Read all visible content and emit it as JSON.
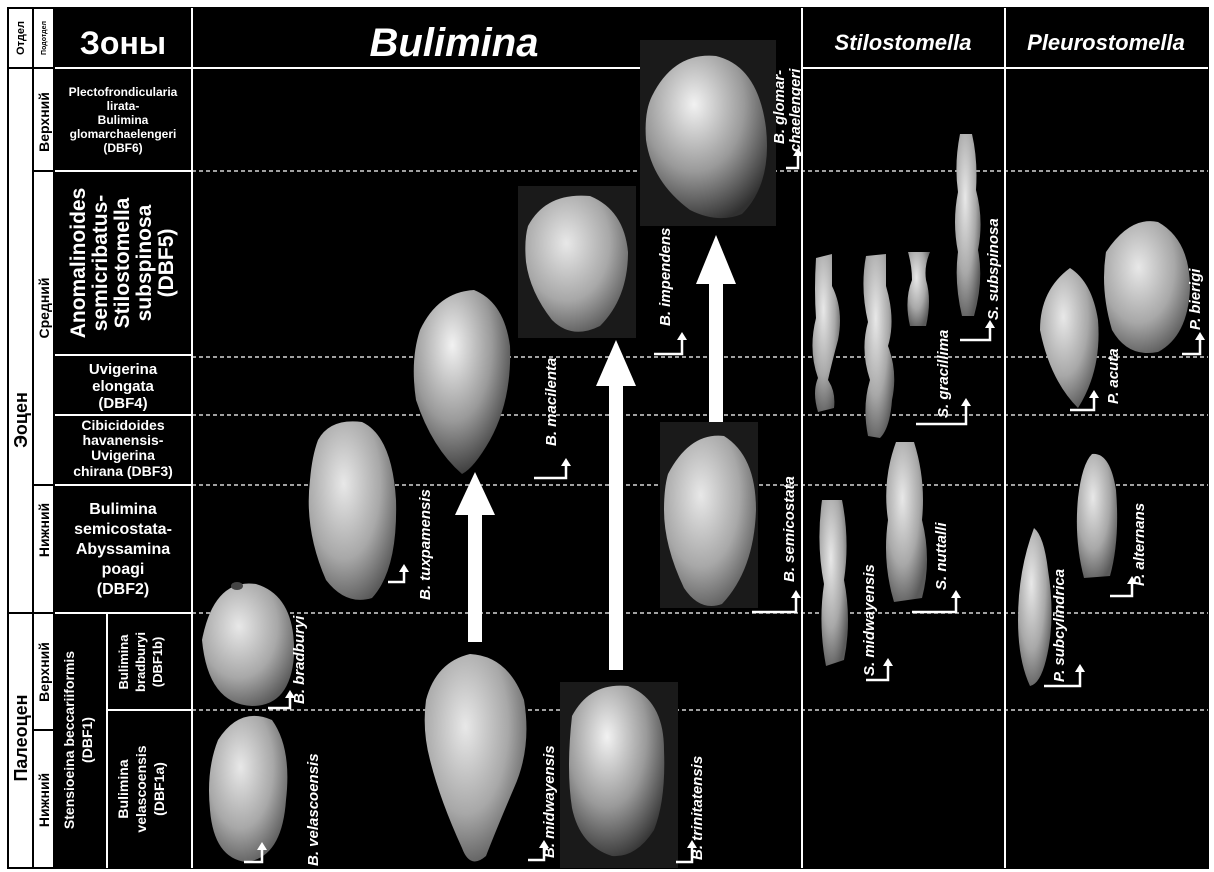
{
  "headers": {
    "otdel": "Отдел",
    "podotdel": "Подотдел",
    "zones": "Зоны",
    "bulimina": "Bulimina",
    "stilostomella": "Stilostomella",
    "pleurostomella": "Pleurostomella"
  },
  "series": {
    "eocene": "Эоцен",
    "paleocene": "Палеоцен"
  },
  "subseries": {
    "eo_upper": "Верхний",
    "eo_middle": "Средний",
    "eo_lower": "Нижний",
    "pal_upper": "Верхний",
    "pal_lower": "Нижний"
  },
  "zones": {
    "dbf6": [
      "Plectofrondicularia",
      "lirata-",
      "Bulimina",
      "glomarchaelengeri",
      "(DBF6)"
    ],
    "dbf5": [
      "Anomalinoides",
      "semicribatus-",
      "Stilostomella",
      "subspinosa",
      "(DBF5)"
    ],
    "dbf4": [
      "Uvigerina",
      "elongata",
      "(DBF4)"
    ],
    "dbf3": [
      "Cibicidoides",
      "havanensis-",
      "Uvigerina",
      "chirana (DBF3)"
    ],
    "dbf2": [
      "Bulimina",
      "semicostata-",
      "Abyssamina",
      "poagi",
      "(DBF2)"
    ],
    "dbf1": [
      "Stensioeina beccariiformis",
      "(DBF1)"
    ],
    "dbf1b": [
      "Bulimina",
      "bradburyi",
      "(DBF1b)"
    ],
    "dbf1a": [
      "Bulimina",
      "velascoensis",
      "(DBF1a)"
    ]
  },
  "species": {
    "velascoensis": "B. velascoensis",
    "bradburyi": "B. bradburyi",
    "tuxpamensis": "B. tuxpamensis",
    "midwayensis": "B. midwayensis",
    "macilenta": "B. macilenta",
    "trinitatensis": "B. trinitatensis",
    "semicostata": "B. semicostata",
    "impendens": "B. impendens",
    "glomarchaelengeri_1": "B. glomar-",
    "glomarchaelengeri_2": "chaelengeri",
    "s_subspinosa": "S. subspinosa",
    "s_gracillima": "S. gracillima",
    "s_midwayensis": "S. midwayensis",
    "s_nuttalli": "S. nuttalli",
    "p_bierigi": "P. bierigi",
    "p_acuta": "P. acuta",
    "p_alternans": "P. alternans",
    "p_subcylindrica": "P. subcylindrica"
  },
  "colors": {
    "background": "#000000",
    "header_bg": "#ffffff",
    "lines": "#ffffff",
    "fossil": "#b8b8b8"
  }
}
